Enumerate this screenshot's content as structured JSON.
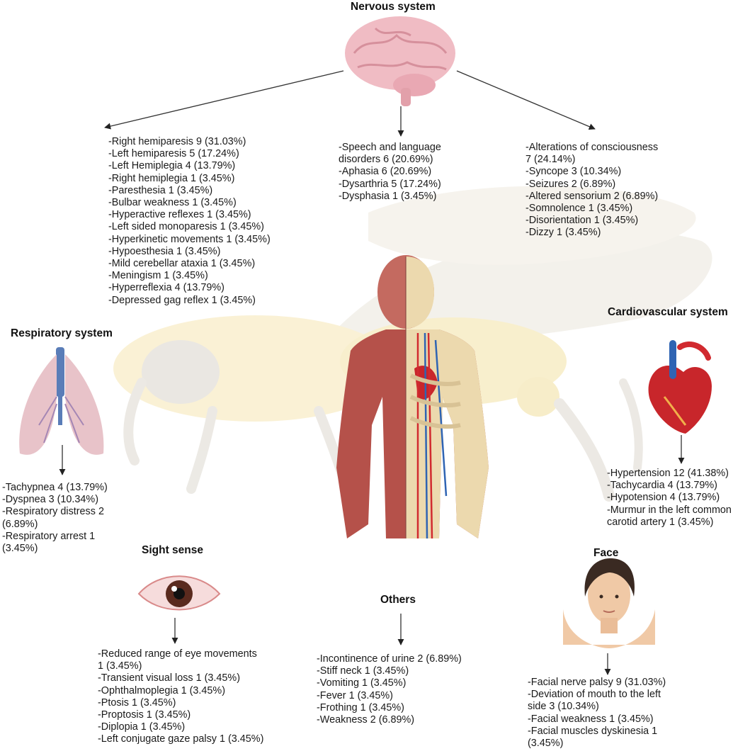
{
  "sections": {
    "nervous": {
      "title": "Nervous system",
      "icon": "brain-icon",
      "left_items": [
        "-Right hemiparesis 9 (31.03%)",
        "-Left hemiparesis 5 (17.24%)",
        "-Left Hemiplegia 4 (13.79%)",
        "-Right hemiplegia 1 (3.45%)",
        "-Paresthesia 1 (3.45%)",
        "-Bulbar weakness 1 (3.45%)",
        "-Hyperactive reflexes 1 (3.45%)",
        "-Left sided monoparesis 1 (3.45%)",
        "-Hyperkinetic movements 1 (3.45%)",
        "-Hypoesthesia 1 (3.45%)",
        "-Mild cerebellar ataxia 1 (3.45%)",
        "-Meningism 1 (3.45%)",
        "-Hyperreflexia 4 (13.79%)",
        "-Depressed gag reflex 1 (3.45%)"
      ],
      "center_items": [
        "-Speech and language",
        "disorders 6 (20.69%)",
        "-Aphasia 6 (20.69%)",
        "-Dysarthria 5 (17.24%)",
        "-Dysphasia 1 (3.45%)"
      ],
      "right_items": [
        "-Alterations of consciousness",
        "7 (24.14%)",
        "-Syncope 3 (10.34%)",
        "-Seizures 2 (6.89%)",
        "-Altered sensorium 2 (6.89%)",
        "-Somnolence 1 (3.45%)",
        "-Disorientation 1 (3.45%)",
        "-Dizzy 1 (3.45%)"
      ]
    },
    "respiratory": {
      "title": "Respiratory system",
      "icon": "lungs-icon",
      "items": [
        "-Tachypnea 4 (13.79%)",
        "-Dyspnea 3 (10.34%)",
        "-Respiratory distress 2",
        "(6.89%)",
        "-Respiratory arrest 1",
        "(3.45%)"
      ]
    },
    "cardiovascular": {
      "title": "Cardiovascular system",
      "icon": "heart-icon",
      "items": [
        "-Hypertension 12 (41.38%)",
        "-Tachycardia 4 (13.79%)",
        "-Hypotension 4 (13.79%)",
        "-Murmur in the left common",
        "carotid artery 1 (3.45%)"
      ]
    },
    "sight": {
      "title": "Sight sense",
      "icon": "eye-icon",
      "items": [
        "-Reduced range of eye movements",
        "1 (3.45%)",
        "-Transient visual loss 1 (3.45%)",
        "-Ophthalmoplegia 1 (3.45%)",
        "-Ptosis 1 (3.45%)",
        "-Proptosis 1 (3.45%)",
        "-Diplopia 1 (3.45%)",
        "-Left conjugate gaze palsy 1 (3.45%)"
      ]
    },
    "others": {
      "title": "Others",
      "items": [
        "-Incontinence of urine 2 (6.89%)",
        "-Stiff neck 1 (3.45%)",
        "-Vomiting 1 (3.45%)",
        "-Fever 1 (3.45%)",
        "-Frothing 1 (3.45%)",
        "-Weakness 2 (6.89%)"
      ]
    },
    "face": {
      "title": "Face",
      "icon": "face-icon",
      "items": [
        "-Facial nerve palsy 9 (31.03%)",
        "-Deviation of mouth to the left",
        "side 3 (10.34%)",
        "-Facial weakness 1 (3.45%)",
        "-Facial muscles dyskinesia 1",
        "(3.45%)"
      ]
    }
  },
  "illustrations": {
    "background": "bee-silhouette-icon",
    "center": "human-anatomy-icon"
  },
  "colors": {
    "text": "#1a1a1a",
    "arrow": "#333333",
    "bee_body": "#f6e7b3",
    "bee_wing": "#e6e0d6",
    "muscle": "#b5514a",
    "bone": "#ecd9ae",
    "heart": "#c8262b",
    "artery": "#d12a2f",
    "vein": "#2f64b3",
    "lung": "#e8c3c9",
    "brain": "#f0bcc4",
    "skin": "#f0c9a6",
    "hair": "#3a2a22"
  }
}
